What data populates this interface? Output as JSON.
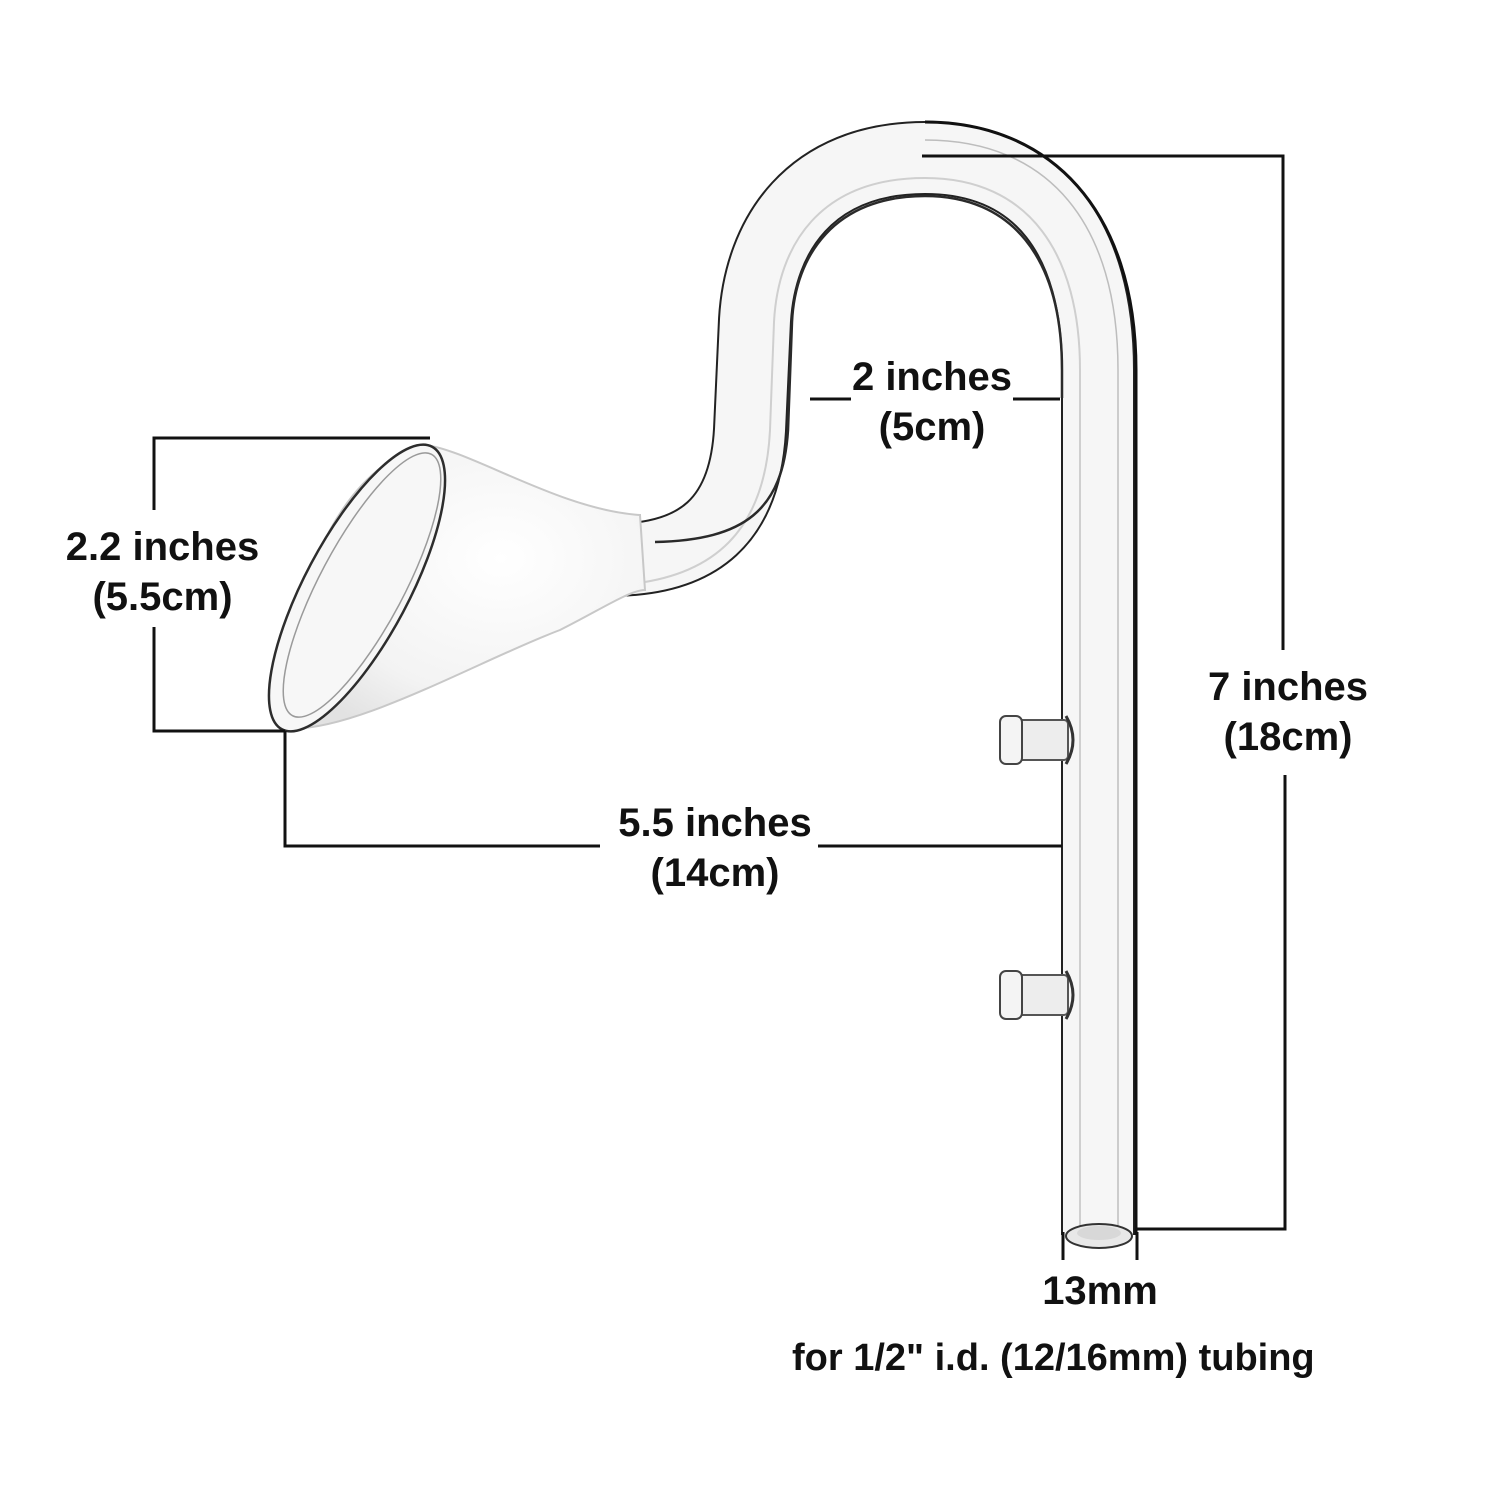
{
  "product": {
    "name": "glass lily pipe inflow",
    "colors": {
      "background": "#ffffff",
      "glass_edge": "#1a1a1a",
      "glass_fill": "#f4f4f4",
      "dimension_line": "#111111",
      "text": "#111111"
    }
  },
  "dimensions": {
    "funnel_diameter": {
      "inches": "2.2 inches",
      "cm": "(5.5cm)"
    },
    "bend_width": {
      "inches": "2 inches",
      "cm": "(5cm)"
    },
    "depth": {
      "inches": "5.5 inches",
      "cm": "(14cm)"
    },
    "height": {
      "inches": "7 inches",
      "cm": "(18cm)"
    },
    "tube_od": {
      "value": "13mm"
    }
  },
  "caption": "for 1/2\" i.d. (12/16mm) tubing"
}
